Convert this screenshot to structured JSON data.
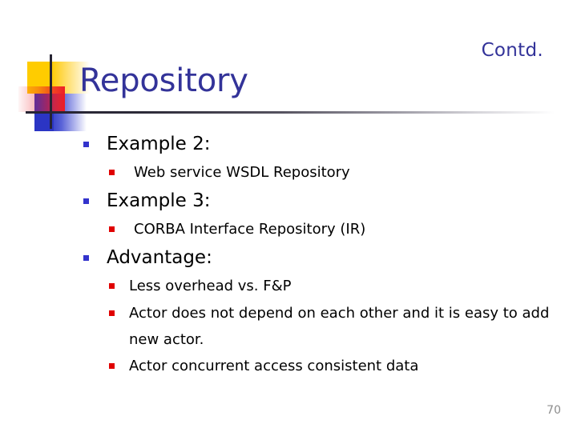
{
  "slide": {
    "continuation_label": "Contd.",
    "title": "Repository",
    "page_number": "70",
    "colors": {
      "title": "#333399",
      "bullet_level1": "#3333cc",
      "bullet_level2": "#e00000",
      "body_text": "#000000",
      "page_number": "#8c8c8c",
      "deco_yellow": "#ffcc00",
      "deco_red": "#ed1c24",
      "deco_blue": "#2b35c4",
      "rule": "#262433"
    },
    "decoration": {
      "yellow_square": "yellow-square",
      "red_square": "red-square",
      "blue_square": "blue-square",
      "vertical_rule": "vertical-rule",
      "horizontal_rule": "horizontal-rule"
    },
    "content": [
      {
        "level": 1,
        "text": "Example 2:"
      },
      {
        "level": 2,
        "text": "Web service WSDL Repository"
      },
      {
        "level": 1,
        "text": "Example 3:"
      },
      {
        "level": 2,
        "text": "CORBA Interface Repository (IR)"
      },
      {
        "level": 1,
        "text": "Advantage:"
      },
      {
        "level": 2,
        "tight": true,
        "text": "Less overhead vs. F&P"
      },
      {
        "level": 2,
        "tight": true,
        "text": "Actor does not depend on each other and it is easy to add new actor."
      },
      {
        "level": 2,
        "tight": true,
        "text": "Actor concurrent access consistent data"
      }
    ]
  }
}
